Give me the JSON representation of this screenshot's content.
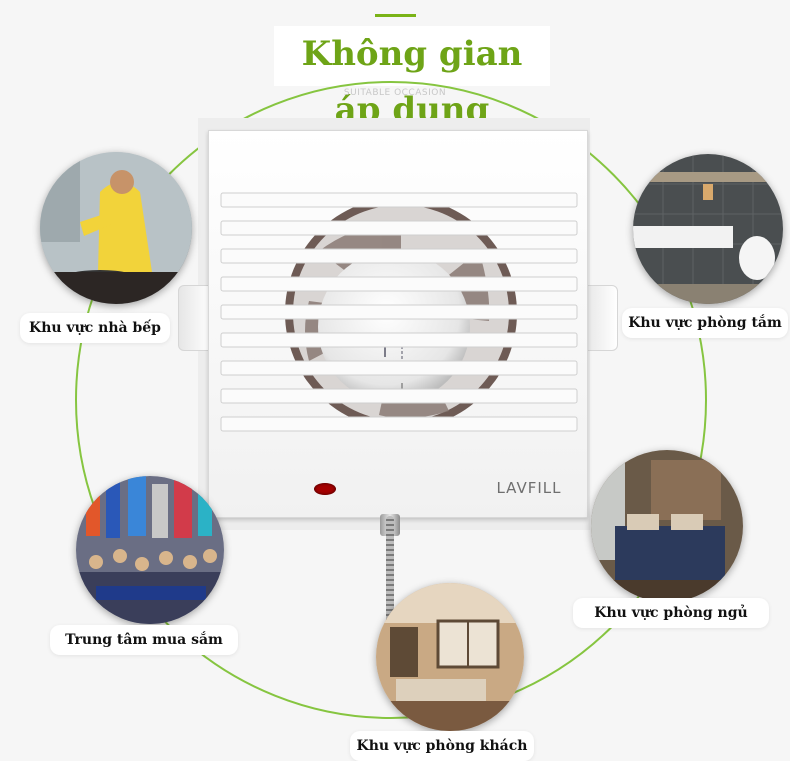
{
  "header": {
    "title": "Không gian áp dụng",
    "subtitle": "SUITABLE OCCASION"
  },
  "product": {
    "brand": "LAVFILL"
  },
  "scenes": [
    {
      "id": "kitchen",
      "label": "Khu vực nhà bếp"
    },
    {
      "id": "bathroom",
      "label": "Khu vực phòng tắm"
    },
    {
      "id": "bedroom",
      "label": "Khu vực phòng ngủ"
    },
    {
      "id": "living-room",
      "label": "Khu vực phòng khách"
    },
    {
      "id": "shopping",
      "label": "Trung tâm mua sắm"
    }
  ],
  "colors": {
    "accent": "#7ab317",
    "title": "#6ea417"
  }
}
